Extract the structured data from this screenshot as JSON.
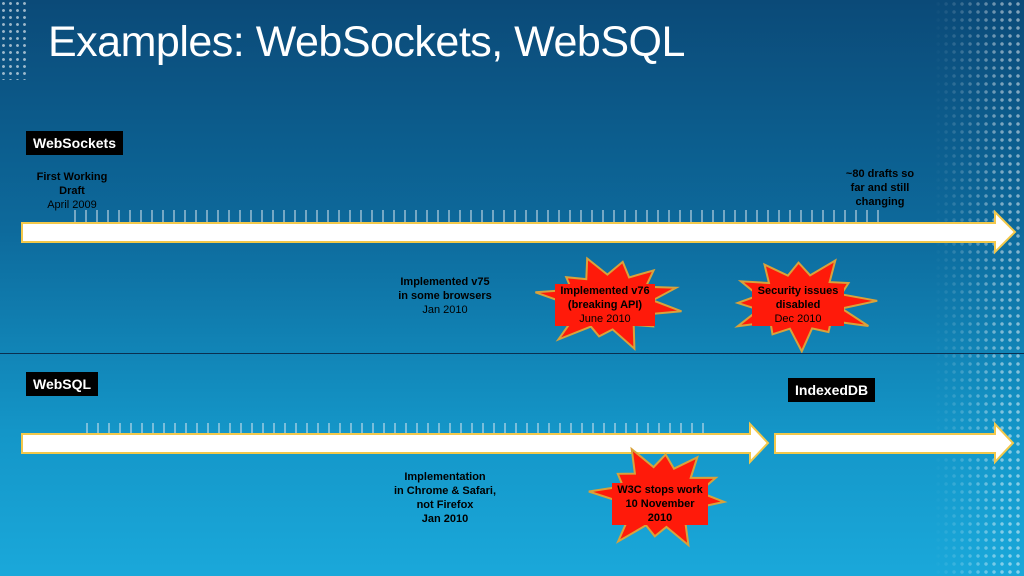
{
  "title": "Examples: WebSockets, WebSQL",
  "websockets": {
    "label": "WebSockets",
    "start": {
      "line1": "First Working",
      "line2": "Draft",
      "date": "April 2009"
    },
    "end": {
      "line1": "~80 drafts so",
      "line2": "far and still",
      "line3": "changing"
    },
    "v75": {
      "line1": "Implemented v75",
      "line2": "in some browsers",
      "date": "Jan 2010"
    },
    "v76": {
      "line1": "Implemented v76",
      "line2": "(breaking API)",
      "date": "June 2010"
    },
    "security": {
      "line1": "Security issues",
      "line2": "disabled",
      "date": "Dec 2010"
    }
  },
  "websql": {
    "label": "WebSQL",
    "impl": {
      "line1": "Implementation",
      "line2": "in Chrome & Safari,",
      "line3": "not Firefox",
      "line4": "Jan 2010"
    },
    "w3c": {
      "line1": "W3C stops work",
      "line2": "10 November",
      "line3": "2010"
    }
  },
  "indexeddb": {
    "label": "IndexedDB"
  },
  "colors": {
    "burst": "#ff1a0a",
    "burst_stroke": "#d9a23a",
    "arrow_stroke": "#f2c84b"
  }
}
